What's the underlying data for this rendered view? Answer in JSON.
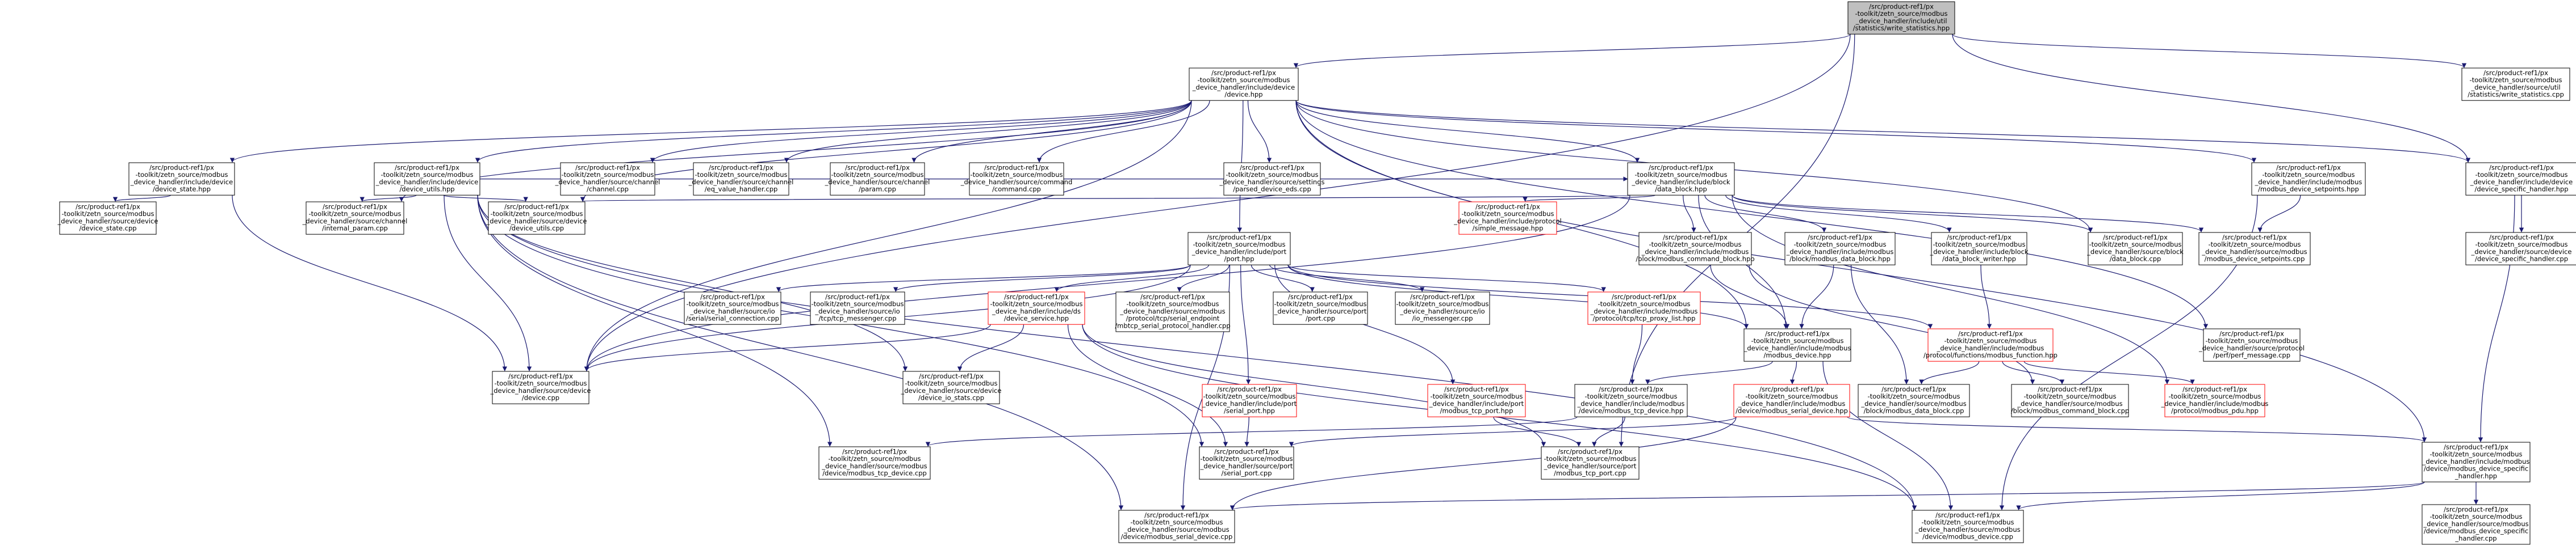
{
  "colors": {
    "edge": "#191970",
    "node_border": "#000000",
    "node_fill": "#ffffff",
    "highlight_fill": "#bfbfbf",
    "incomplete_border": "#ff0000",
    "text": "#000000"
  },
  "nodes": {
    "ws_h": {
      "lines": [
        "/src/product-ref1/px",
        "-toolkit/zetn_source/modbus",
        "_device_handler/include/util",
        "/statistics/write_statistics.hpp"
      ],
      "kind": "highlight"
    },
    "device_hpp": {
      "lines": [
        "/src/product-ref1/px",
        "-toolkit/zetn_source/modbus",
        "_device_handler/include/device",
        "/device.hpp"
      ],
      "kind": "normal"
    },
    "ws_cpp": {
      "lines": [
        "/src/product-ref1/px",
        "-toolkit/zetn_source/modbus",
        "_device_handler/source/util",
        "/statistics/write_statistics.cpp"
      ],
      "kind": "normal"
    },
    "device_state_hpp": {
      "lines": [
        "/src/product-ref1/px",
        "-toolkit/zetn_source/modbus",
        "_device_handler/include/device",
        "/device_state.hpp"
      ],
      "kind": "normal"
    },
    "device_utils_hpp": {
      "lines": [
        "/src/product-ref1/px",
        "-toolkit/zetn_source/modbus",
        "_device_handler/include/device",
        "/device_utils.hpp"
      ],
      "kind": "normal"
    },
    "channel_cpp": {
      "lines": [
        "/src/product-ref1/px",
        "-toolkit/zetn_source/modbus",
        "_device_handler/source/channel",
        "/channel.cpp"
      ],
      "kind": "normal"
    },
    "eq_value_cpp": {
      "lines": [
        "/src/product-ref1/px",
        "-toolkit/zetn_source/modbus",
        "_device_handler/source/channel",
        "/eq_value_handler.cpp"
      ],
      "kind": "normal"
    },
    "param_cpp": {
      "lines": [
        "/src/product-ref1/px",
        "-toolkit/zetn_source/modbus",
        "_device_handler/source/channel",
        "/param.cpp"
      ],
      "kind": "normal"
    },
    "command_cpp": {
      "lines": [
        "/src/product-ref1/px",
        "-toolkit/zetn_source/modbus",
        "_device_handler/source/command",
        "/command.cpp"
      ],
      "kind": "normal"
    },
    "parsed_eds_cpp": {
      "lines": [
        "/src/product-ref1/px",
        "-toolkit/zetn_source/modbus",
        "_device_handler/source/settings",
        "/parsed_device_eds.cpp"
      ],
      "kind": "normal"
    },
    "data_block_hpp": {
      "lines": [
        "/src/product-ref1/px",
        "-toolkit/zetn_source/modbus",
        "_device_handler/include/block",
        "/data_block.hpp"
      ],
      "kind": "normal"
    },
    "setpoints_hpp": {
      "lines": [
        "/src/product-ref1/px",
        "-toolkit/zetn_source/modbus",
        "_device_handler/include/modbus",
        "/modbus_device_setpoints.hpp"
      ],
      "kind": "normal"
    },
    "specific_handler_hpp": {
      "lines": [
        "/src/product-ref1/px",
        "-toolkit/zetn_source/modbus",
        "_device_handler/include/device",
        "/device_specific_handler.hpp"
      ],
      "kind": "normal"
    },
    "device_state_cpp": {
      "lines": [
        "/src/product-ref1/px",
        "-toolkit/zetn_source/modbus",
        "_device_handler/source/device",
        "/device_state.cpp"
      ],
      "kind": "normal"
    },
    "internal_param_cpp": {
      "lines": [
        "/src/product-ref1/px",
        "-toolkit/zetn_source/modbus",
        "_device_handler/source/channel",
        "/internal_param.cpp"
      ],
      "kind": "normal"
    },
    "device_utils_cpp": {
      "lines": [
        "/src/product-ref1/px",
        "-toolkit/zetn_source/modbus",
        "_device_handler/source/device",
        "/device_utils.cpp"
      ],
      "kind": "normal"
    },
    "port_hpp": {
      "lines": [
        "/src/product-ref1/px",
        "-toolkit/zetn_source/modbus",
        "_device_handler/include/port",
        "/port.hpp"
      ],
      "kind": "normal"
    },
    "simple_message_hpp": {
      "lines": [
        "/src/product-ref1/px",
        "-toolkit/zetn_source/modbus",
        "_device_handler/include/protocol",
        "/simple_message.hpp"
      ],
      "kind": "incomplete"
    },
    "cmd_block_hpp": {
      "lines": [
        "/src/product-ref1/px",
        "-toolkit/zetn_source/modbus",
        "_device_handler/include/modbus",
        "/block/modbus_command_block.hpp"
      ],
      "kind": "normal"
    },
    "modbus_data_block_hpp": {
      "lines": [
        "/src/product-ref1/px",
        "-toolkit/zetn_source/modbus",
        "_device_handler/include/modbus",
        "/block/modbus_data_block.hpp"
      ],
      "kind": "normal"
    },
    "block_writer_hpp": {
      "lines": [
        "/src/product-ref1/px",
        "-toolkit/zetn_source/modbus",
        "_device_handler/include/block",
        "/data_block_writer.hpp"
      ],
      "kind": "normal"
    },
    "data_block_cpp": {
      "lines": [
        "/src/product-ref1/px",
        "-toolkit/zetn_source/modbus",
        "_device_handler/source/block",
        "/data_block.cpp"
      ],
      "kind": "normal"
    },
    "setpoints_cpp": {
      "lines": [
        "/src/product-ref1/px",
        "-toolkit/zetn_source/modbus",
        "_device_handler/source/modbus",
        "/modbus_device_setpoints.cpp"
      ],
      "kind": "normal"
    },
    "specific_handler_cpp": {
      "lines": [
        "/src/product-ref1/px",
        "-toolkit/zetn_source/modbus",
        "_device_handler/source/device",
        "/device_specific_handler.cpp"
      ],
      "kind": "normal"
    },
    "serial_conn_cpp": {
      "lines": [
        "/src/product-ref1/px",
        "-toolkit/zetn_source/modbus",
        "_device_handler/source/io",
        "/serial/serial_connection.cpp"
      ],
      "kind": "normal"
    },
    "tcp_messenger_cpp": {
      "lines": [
        "/src/product-ref1/px",
        "-toolkit/zetn_source/modbus",
        "_device_handler/source/io",
        "/tcp/tcp_messenger.cpp"
      ],
      "kind": "normal"
    },
    "device_service_hpp": {
      "lines": [
        "/src/product-ref1/px",
        "-toolkit/zetn_source/modbus",
        "_device_handler/include/ds",
        "/device_service.hpp"
      ],
      "kind": "incomplete"
    },
    "mbtcp_handler_cpp": {
      "lines": [
        "/src/product-ref1/px",
        "-toolkit/zetn_source/modbus",
        "_device_handler/source/modbus",
        "/protocol/tcp/serial_endpoint",
        "/mbtcp_serial_protocol_handler.cpp"
      ],
      "kind": "normal"
    },
    "port_cpp": {
      "lines": [
        "/src/product-ref1/px",
        "-toolkit/zetn_source/modbus",
        "_device_handler/source/port",
        "/port.cpp"
      ],
      "kind": "normal"
    },
    "io_messenger_cpp": {
      "lines": [
        "/src/product-ref1/px",
        "-toolkit/zetn_source/modbus",
        "_device_handler/source/io",
        "/io_messenger.cpp"
      ],
      "kind": "normal"
    },
    "proxy_list_hpp": {
      "lines": [
        "/src/product-ref1/px",
        "-toolkit/zetn_source/modbus",
        "_device_handler/include/modbus",
        "/protocol/tcp/tcp_proxy_list.hpp"
      ],
      "kind": "incomplete"
    },
    "modbus_device_hpp": {
      "lines": [
        "/src/product-ref1/px",
        "-toolkit/zetn_source/modbus",
        "_device_handler/include/modbus",
        "/modbus_device.hpp"
      ],
      "kind": "normal"
    },
    "modbus_function_hpp": {
      "lines": [
        "/src/product-ref1/px",
        "-toolkit/zetn_source/modbus",
        "_device_handler/include/modbus",
        "/protocol/functions/modbus_function.hpp"
      ],
      "kind": "incomplete"
    },
    "perf_message_cpp": {
      "lines": [
        "/src/product-ref1/px",
        "-toolkit/zetn_source/modbus",
        "_device_handler/source/protocol",
        "/perf/perf_message.cpp"
      ],
      "kind": "normal"
    },
    "device_cpp": {
      "lines": [
        "/src/product-ref1/px",
        "-toolkit/zetn_source/modbus",
        "_device_handler/source/device",
        "/device.cpp"
      ],
      "kind": "normal"
    },
    "io_stats_cpp": {
      "lines": [
        "/src/product-ref1/px",
        "-toolkit/zetn_source/modbus",
        "_device_handler/source/device",
        "/device_io_stats.cpp"
      ],
      "kind": "normal"
    },
    "serial_port_hpp": {
      "lines": [
        "/src/product-ref1/px",
        "-toolkit/zetn_source/modbus",
        "_device_handler/include/port",
        "/serial_port.hpp"
      ],
      "kind": "incomplete"
    },
    "tcp_port_hpp": {
      "lines": [
        "/src/product-ref1/px",
        "-toolkit/zetn_source/modbus",
        "_device_handler/include/port",
        "/modbus_tcp_port.hpp"
      ],
      "kind": "incomplete"
    },
    "tcp_device_hpp": {
      "lines": [
        "/src/product-ref1/px",
        "-toolkit/zetn_source/modbus",
        "_device_handler/include/modbus",
        "/device/modbus_tcp_device.hpp"
      ],
      "kind": "normal"
    },
    "serial_device_hpp": {
      "lines": [
        "/src/product-ref1/px",
        "-toolkit/zetn_source/modbus",
        "_device_handler/include/modbus",
        "/device/modbus_serial_device.hpp"
      ],
      "kind": "incomplete"
    },
    "modbus_data_block_cpp": {
      "lines": [
        "/src/product-ref1/px",
        "-toolkit/zetn_source/modbus",
        "_device_handler/source/modbus",
        "/block/modbus_data_block.cpp"
      ],
      "kind": "normal"
    },
    "cmd_block_cpp": {
      "lines": [
        "/src/product-ref1/px",
        "-toolkit/zetn_source/modbus",
        "_device_handler/source/modbus",
        "/block/modbus_command_block.cpp"
      ],
      "kind": "normal"
    },
    "pdu_hpp": {
      "lines": [
        "/src/product-ref1/px",
        "-toolkit/zetn_source/modbus",
        "_device_handler/include/modbus",
        "/protocol/modbus_pdu.hpp"
      ],
      "kind": "incomplete"
    },
    "tcp_device_cpp": {
      "lines": [
        "/src/product-ref1/px",
        "-toolkit/zetn_source/modbus",
        "_device_handler/source/modbus",
        "/device/modbus_tcp_device.cpp"
      ],
      "kind": "normal"
    },
    "serial_port_cpp": {
      "lines": [
        "/src/product-ref1/px",
        "-toolkit/zetn_source/modbus",
        "_device_handler/source/port",
        "/serial_port.cpp"
      ],
      "kind": "normal"
    },
    "tcp_port_cpp": {
      "lines": [
        "/src/product-ref1/px",
        "-toolkit/zetn_source/modbus",
        "_device_handler/source/port",
        "/modbus_tcp_port.cpp"
      ],
      "kind": "normal"
    },
    "mb_specific_handler_hpp": {
      "lines": [
        "/src/product-ref1/px",
        "-toolkit/zetn_source/modbus",
        "_device_handler/include/modbus",
        "/device/modbus_device_specific",
        "_handler.hpp"
      ],
      "kind": "normal"
    },
    "serial_device_cpp": {
      "lines": [
        "/src/product-ref1/px",
        "-toolkit/zetn_source/modbus",
        "_device_handler/source/modbus",
        "/device/modbus_serial_device.cpp"
      ],
      "kind": "normal"
    },
    "modbus_device_cpp": {
      "lines": [
        "/src/product-ref1/px",
        "-toolkit/zetn_source/modbus",
        "_device_handler/source/modbus",
        "/device/modbus_device.cpp"
      ],
      "kind": "normal"
    },
    "mb_specific_handler_cpp": {
      "lines": [
        "/src/product-ref1/px",
        "-toolkit/zetn_source/modbus",
        "_device_handler/source/modbus",
        "/device/modbus_device_specific",
        "_handler.cpp"
      ],
      "kind": "normal"
    }
  },
  "edges": [
    [
      "ws_h",
      "device_hpp"
    ],
    [
      "ws_h",
      "ws_cpp"
    ],
    [
      "ws_h",
      "device_cpp"
    ],
    [
      "ws_h",
      "specific_handler_hpp"
    ],
    [
      "ws_h",
      "tcp_port_cpp"
    ],
    [
      "device_hpp",
      "device_state_hpp"
    ],
    [
      "device_hpp",
      "device_utils_hpp"
    ],
    [
      "device_hpp",
      "channel_cpp"
    ],
    [
      "device_hpp",
      "eq_value_cpp"
    ],
    [
      "device_hpp",
      "param_cpp"
    ],
    [
      "device_hpp",
      "command_cpp"
    ],
    [
      "device_hpp",
      "parsed_eds_cpp"
    ],
    [
      "device_hpp",
      "data_block_hpp"
    ],
    [
      "device_hpp",
      "setpoints_hpp"
    ],
    [
      "device_hpp",
      "specific_handler_hpp"
    ],
    [
      "device_hpp",
      "port_hpp"
    ],
    [
      "device_hpp",
      "internal_param_cpp"
    ],
    [
      "device_hpp",
      "device_utils_cpp"
    ],
    [
      "device_hpp",
      "device_cpp"
    ],
    [
      "device_hpp",
      "data_block_cpp"
    ],
    [
      "device_hpp",
      "perf_message_cpp"
    ],
    [
      "device_hpp",
      "modbus_device_hpp"
    ],
    [
      "device_hpp",
      "mb_specific_handler_hpp"
    ],
    [
      "device_state_hpp",
      "device_state_cpp"
    ],
    [
      "device_state_hpp",
      "device_cpp"
    ],
    [
      "device_utils_hpp",
      "internal_param_cpp"
    ],
    [
      "device_utils_hpp",
      "device_utils_cpp"
    ],
    [
      "device_utils_hpp",
      "device_cpp"
    ],
    [
      "device_utils_hpp",
      "serial_port_cpp"
    ],
    [
      "device_utils_hpp",
      "serial_device_cpp"
    ],
    [
      "device_utils_hpp",
      "tcp_device_cpp"
    ],
    [
      "device_utils_hpp",
      "modbus_device_cpp"
    ],
    [
      "device_utils_hpp",
      "io_stats_cpp"
    ],
    [
      "device_utils_hpp",
      "data_block_hpp"
    ],
    [
      "data_block_hpp",
      "simple_message_hpp"
    ],
    [
      "data_block_hpp",
      "cmd_block_hpp"
    ],
    [
      "data_block_hpp",
      "modbus_data_block_hpp"
    ],
    [
      "data_block_hpp",
      "block_writer_hpp"
    ],
    [
      "data_block_hpp",
      "data_block_cpp"
    ],
    [
      "data_block_hpp",
      "setpoints_cpp"
    ],
    [
      "data_block_hpp",
      "device_utils_cpp"
    ],
    [
      "data_block_hpp",
      "device_cpp"
    ],
    [
      "data_block_hpp",
      "modbus_device_hpp"
    ],
    [
      "data_block_hpp",
      "pdu_hpp"
    ],
    [
      "setpoints_hpp",
      "setpoints_cpp"
    ],
    [
      "setpoints_hpp",
      "modbus_device_cpp"
    ],
    [
      "specific_handler_hpp",
      "specific_handler_cpp"
    ],
    [
      "specific_handler_hpp",
      "mb_specific_handler_hpp"
    ],
    [
      "port_hpp",
      "serial_conn_cpp"
    ],
    [
      "port_hpp",
      "tcp_messenger_cpp"
    ],
    [
      "port_hpp",
      "device_service_hpp"
    ],
    [
      "port_hpp",
      "mbtcp_handler_cpp"
    ],
    [
      "port_hpp",
      "port_cpp"
    ],
    [
      "port_hpp",
      "io_messenger_cpp"
    ],
    [
      "port_hpp",
      "proxy_list_hpp"
    ],
    [
      "port_hpp",
      "modbus_device_hpp"
    ],
    [
      "port_hpp",
      "device_cpp"
    ],
    [
      "port_hpp",
      "serial_port_hpp"
    ],
    [
      "port_hpp",
      "tcp_port_hpp"
    ],
    [
      "port_hpp",
      "modbus_function_hpp"
    ],
    [
      "port_hpp",
      "serial_device_cpp"
    ],
    [
      "cmd_block_hpp",
      "modbus_device_hpp"
    ],
    [
      "cmd_block_hpp",
      "cmd_block_cpp"
    ],
    [
      "modbus_data_block_hpp",
      "modbus_data_block_cpp"
    ],
    [
      "modbus_data_block_hpp",
      "modbus_device_hpp"
    ],
    [
      "block_writer_hpp",
      "modbus_function_hpp"
    ],
    [
      "device_service_hpp",
      "device_cpp"
    ],
    [
      "device_service_hpp",
      "io_stats_cpp"
    ],
    [
      "device_service_hpp",
      "serial_port_cpp"
    ],
    [
      "device_service_hpp",
      "tcp_port_cpp"
    ],
    [
      "device_service_hpp",
      "modbus_device_cpp"
    ],
    [
      "proxy_list_hpp",
      "tcp_device_hpp"
    ],
    [
      "modbus_device_hpp",
      "tcp_device_hpp"
    ],
    [
      "modbus_device_hpp",
      "serial_device_hpp"
    ],
    [
      "modbus_device_hpp",
      "modbus_device_cpp"
    ],
    [
      "modbus_function_hpp",
      "modbus_data_block_cpp"
    ],
    [
      "modbus_function_hpp",
      "cmd_block_cpp"
    ],
    [
      "modbus_function_hpp",
      "pdu_hpp"
    ],
    [
      "serial_port_hpp",
      "serial_port_cpp"
    ],
    [
      "tcp_port_hpp",
      "tcp_port_cpp"
    ],
    [
      "tcp_device_hpp",
      "tcp_device_cpp"
    ],
    [
      "tcp_device_hpp",
      "tcp_port_cpp"
    ],
    [
      "serial_device_hpp",
      "serial_port_cpp"
    ],
    [
      "serial_device_hpp",
      "serial_device_cpp"
    ],
    [
      "serial_device_hpp",
      "mb_specific_handler_hpp"
    ],
    [
      "mb_specific_handler_hpp",
      "mb_specific_handler_cpp"
    ],
    [
      "mb_specific_handler_hpp",
      "modbus_device_cpp"
    ],
    [
      "mb_specific_handler_hpp",
      "serial_device_cpp"
    ]
  ]
}
